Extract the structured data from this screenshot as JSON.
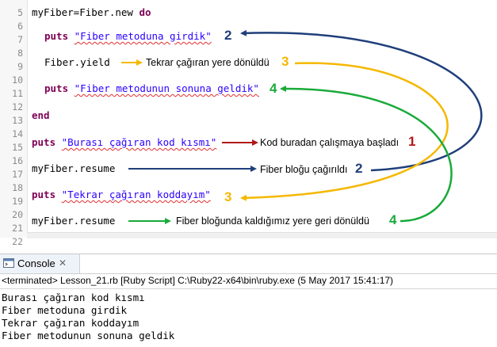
{
  "editor": {
    "line_numbers": [
      "5",
      "6",
      "7",
      "8",
      "9",
      "10",
      "11",
      "12",
      "13",
      "14",
      "15",
      "16",
      "17",
      "18",
      "19",
      "20",
      "21",
      "22"
    ],
    "lines": {
      "l5": {
        "plain": "myFiber=Fiber.new ",
        "kw": "do"
      },
      "l7": {
        "kw": "puts",
        "str": "\"Fiber metoduna girdik\""
      },
      "l9": {
        "plain": "Fiber.yield"
      },
      "l11": {
        "kw": "puts",
        "str": "\"Fiber metodunun sonuna geldik\""
      },
      "l13": {
        "kw": "end"
      },
      "l15": {
        "kw": "puts",
        "str": "\"Burası çağıran kod kısmı\""
      },
      "l17": {
        "plain": "myFiber.resume"
      },
      "l19": {
        "kw": "puts",
        "str": "\"Tekrar çağıran koddayım\""
      },
      "l21": {
        "plain": "myFiber.resume"
      }
    }
  },
  "annotations": [
    {
      "text": "",
      "num": "2",
      "color": "#1f3f7a"
    },
    {
      "text": "Tekrar çağıran yere dönüldü",
      "num": "3",
      "color": "#f5b800"
    },
    {
      "text": "",
      "num": "4",
      "color": "#1aaa3a"
    },
    {
      "text": "Kod buradan çalışmaya başladı",
      "num": "1",
      "color": "#b01818"
    },
    {
      "text": "Fiber bloğu çağırıldı",
      "num": "2",
      "color": "#1f3f7a"
    },
    {
      "text": "",
      "num": "3",
      "color": "#f5b800"
    },
    {
      "text": "Fiber bloğunda kaldığımız yere geri dönüldü",
      "num": "4",
      "color": "#1aaa3a"
    }
  ],
  "console": {
    "tab_label": "Console",
    "close_glyph": "✕",
    "header": "<terminated> Lesson_21.rb [Ruby Script] C:\\Ruby22-x64\\bin\\ruby.exe (5 May 2017 15:41:17)",
    "output": [
      "Burası çağıran kod kısmı",
      "Fiber metoduna girdik",
      "Tekrar çağıran koddayım",
      "Fiber metodunun sonuna geldik"
    ]
  },
  "icons": [
    "console-icon",
    "close-icon",
    "arrow-icon"
  ],
  "colors": {
    "keyword": "#7f0055",
    "string": "#2a00ff",
    "navy": "#1f3f7a",
    "gold": "#f5b800",
    "green": "#1aaa3a",
    "red": "#b01818"
  }
}
